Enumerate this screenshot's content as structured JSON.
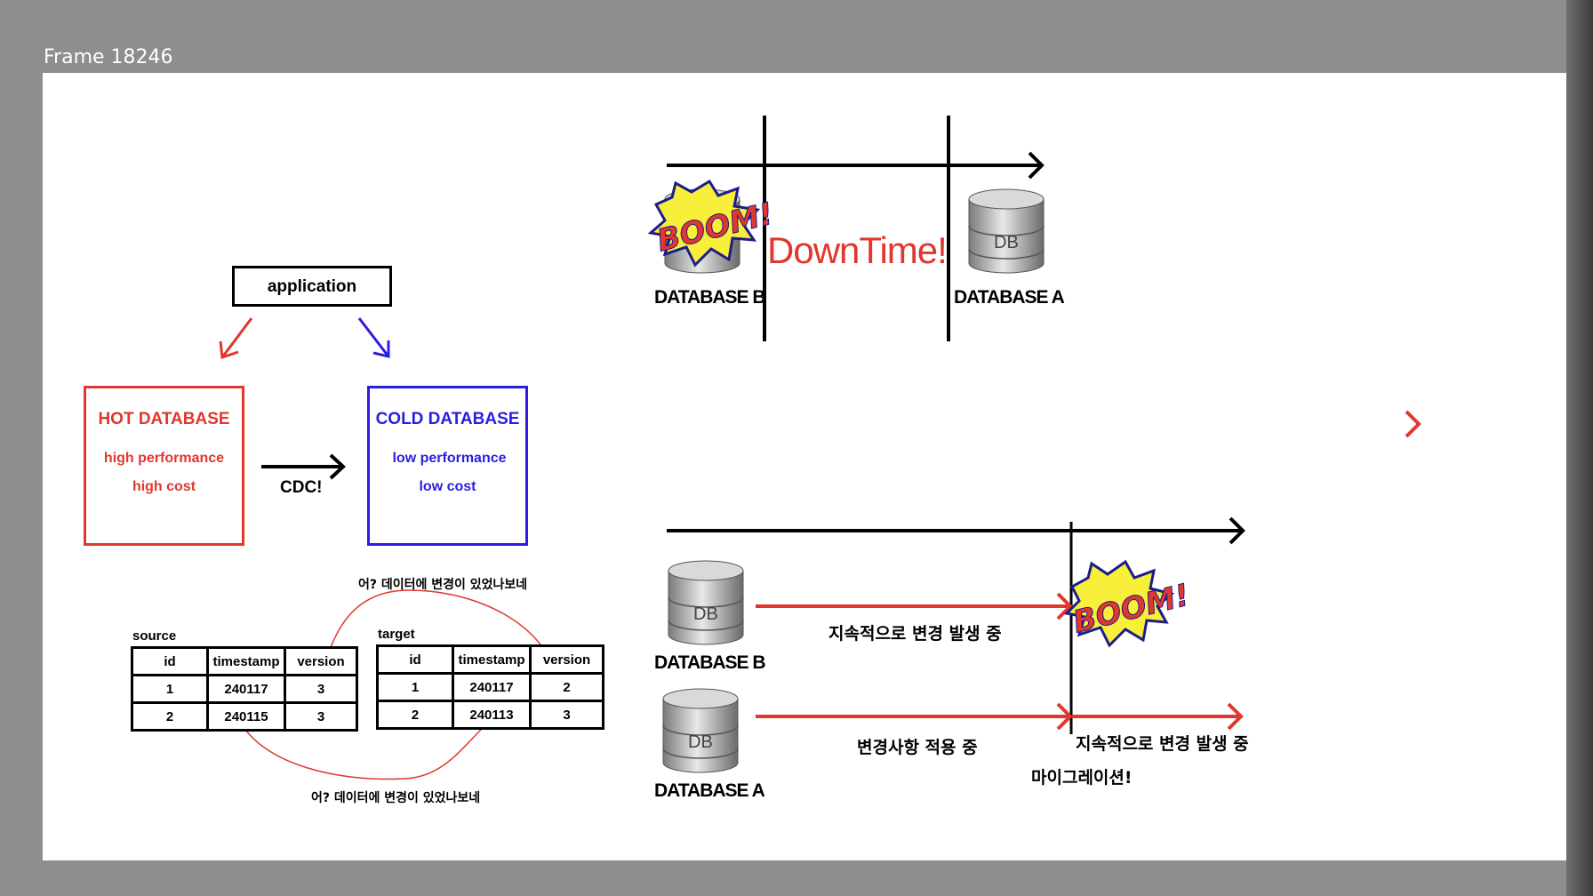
{
  "frame": {
    "title": "Frame 18246"
  },
  "architecture": {
    "application_label": "application",
    "hot": {
      "title": "HOT DATABASE",
      "line1": "high performance",
      "line2": "high cost"
    },
    "cold": {
      "title": "COLD DATABASE",
      "line1": "low performance",
      "line2": "low cost"
    },
    "cdc_label": "CDC!"
  },
  "tables": {
    "source": {
      "label": "source",
      "headers": [
        "id",
        "timestamp",
        "version"
      ],
      "rows": [
        [
          "1",
          "240117",
          "3"
        ],
        [
          "2",
          "240115",
          "3"
        ]
      ]
    },
    "target": {
      "label": "target",
      "headers": [
        "id",
        "timestamp",
        "version"
      ],
      "rows": [
        [
          "1",
          "240117",
          "2"
        ],
        [
          "2",
          "240113",
          "3"
        ]
      ]
    },
    "note_top": "어? 데이터에 변경이 있었나보네",
    "note_bottom": "어? 데이터에 변경이 있었나보네"
  },
  "downtime_timeline": {
    "db_icon_text": "DB",
    "boom_text": "BOOM!",
    "downtime_text": "DownTime!",
    "db_b_label": "DATABASE B",
    "db_a_label": "DATABASE A"
  },
  "migration_timeline": {
    "db_icon_text_b": "DB",
    "db_icon_text_a": "DB",
    "boom_text": "BOOM!",
    "db_b_label": "DATABASE B",
    "db_a_label": "DATABASE A",
    "continuous_change": "지속적으로 변경 발생 중",
    "applying_changes": "변경사항 적용 중",
    "continuous_change_after": "지속적으로 변경 발생 중",
    "migration_label": "마이그레이션!"
  },
  "colors": {
    "red": "#e0372e",
    "blue": "#2b1ee0",
    "canvas": "#ffffff",
    "background": "#8e8e8e"
  }
}
